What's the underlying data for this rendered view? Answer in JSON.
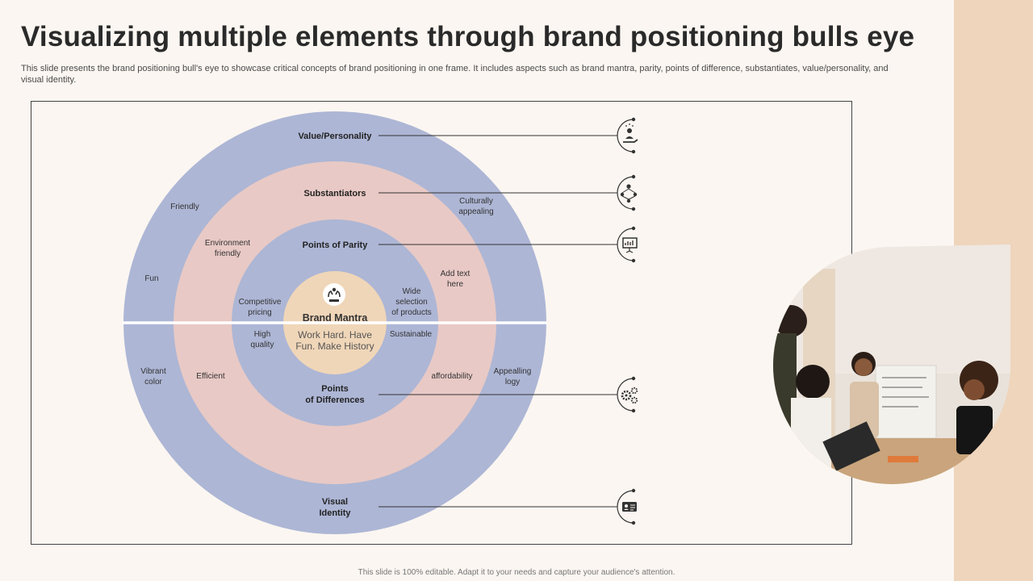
{
  "page": {
    "title": "Visualizing multiple elements through brand positioning bulls eye",
    "subtitle": "This slide presents the brand positioning bull's eye to showcase critical concepts of brand positioning in one frame. It includes aspects such as brand mantra, parity, points of difference, substantiates, value/personality, and visual identity.",
    "footer": "This slide is 100% editable. Adapt it to your needs and capture your audience's attention."
  },
  "colors": {
    "outer_ring": "#adb6d5",
    "middle_ring": "#e8c9c5",
    "inner_ring": "#adb6d5",
    "core": "#f0d6b8",
    "side_strip": "#efd5bc"
  },
  "rings": {
    "value_personality": "Value/Personality",
    "substantiators": "Substantiators",
    "points_of_parity": "Points of Parity",
    "points_of_differences": [
      "Points",
      "of Differences"
    ],
    "visual_identity": [
      "Visual",
      "Identity"
    ]
  },
  "core": {
    "title": "Brand Mantra",
    "text": [
      "Work Hard. Have",
      "Fun. Make History"
    ],
    "icon": "hands-heart-icon"
  },
  "outer_words": {
    "friendly": "Friendly",
    "fun": "Fun",
    "vibrant_color": [
      "Vibrant",
      "color"
    ],
    "appealing_logy": [
      "Appealling",
      "logy"
    ]
  },
  "middle_words": {
    "environment_friendly": [
      "Environment",
      "friendly"
    ],
    "culturally_appealing": [
      "Culturally",
      "appealing"
    ],
    "add_text_here": [
      "Add text",
      "here"
    ],
    "efficient": "Efficient",
    "affordability": "affordability"
  },
  "inner_words": {
    "competitive_pricing": [
      "Competitive",
      "pricing"
    ],
    "wide_selection": [
      "Wide",
      "selection",
      "of products"
    ],
    "high_quality": [
      "High",
      "quality"
    ],
    "sustainable": "Sustainable"
  },
  "callout_icons": [
    "hand-person-icon",
    "team-network-icon",
    "presentation-board-icon",
    "gears-icon",
    "id-card-icon"
  ]
}
